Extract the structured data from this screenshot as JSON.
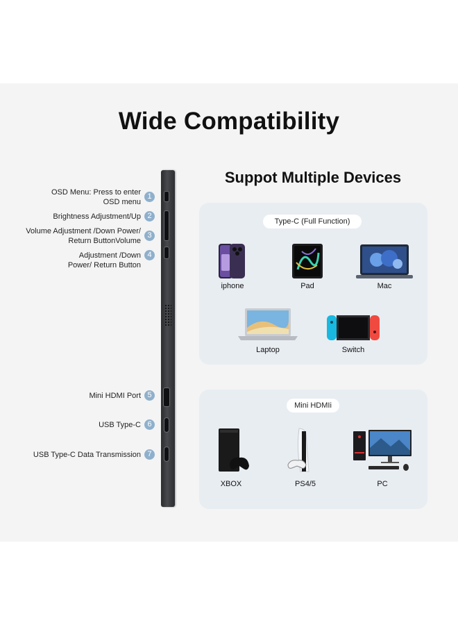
{
  "heading": "Wide Compatibility",
  "subheading": "Suppot Multiple Devices",
  "features": [
    {
      "num": "1",
      "label": "OSD Menu: Press to enter\nOSD menu"
    },
    {
      "num": "2",
      "label": "Brightness Adjustment/Up"
    },
    {
      "num": "3",
      "label": "Volume Adjustment /Down Power/\nReturn ButtonVolume"
    },
    {
      "num": "4",
      "label": "Adjustment /Down\nPower/ Return Button"
    },
    {
      "num": "5",
      "label": "Mini HDMI Port"
    },
    {
      "num": "6",
      "label": "USB Type-C"
    },
    {
      "num": "7",
      "label": "USB Type-C Data Transmission"
    }
  ],
  "typec_card": {
    "title": "Type-C (Full Function)",
    "devices": [
      "iphone",
      "Pad",
      "Mac",
      "Laptop",
      "Switch"
    ]
  },
  "hdmi_card": {
    "title": "Mini HDMIi",
    "devices": [
      "XBOX",
      "PS4/5",
      "PC"
    ]
  },
  "colors": {
    "background": "#f4f4f4",
    "card": "#e8edf2",
    "badge": "#8fb0cc",
    "device_bar": "#3a3c40"
  }
}
